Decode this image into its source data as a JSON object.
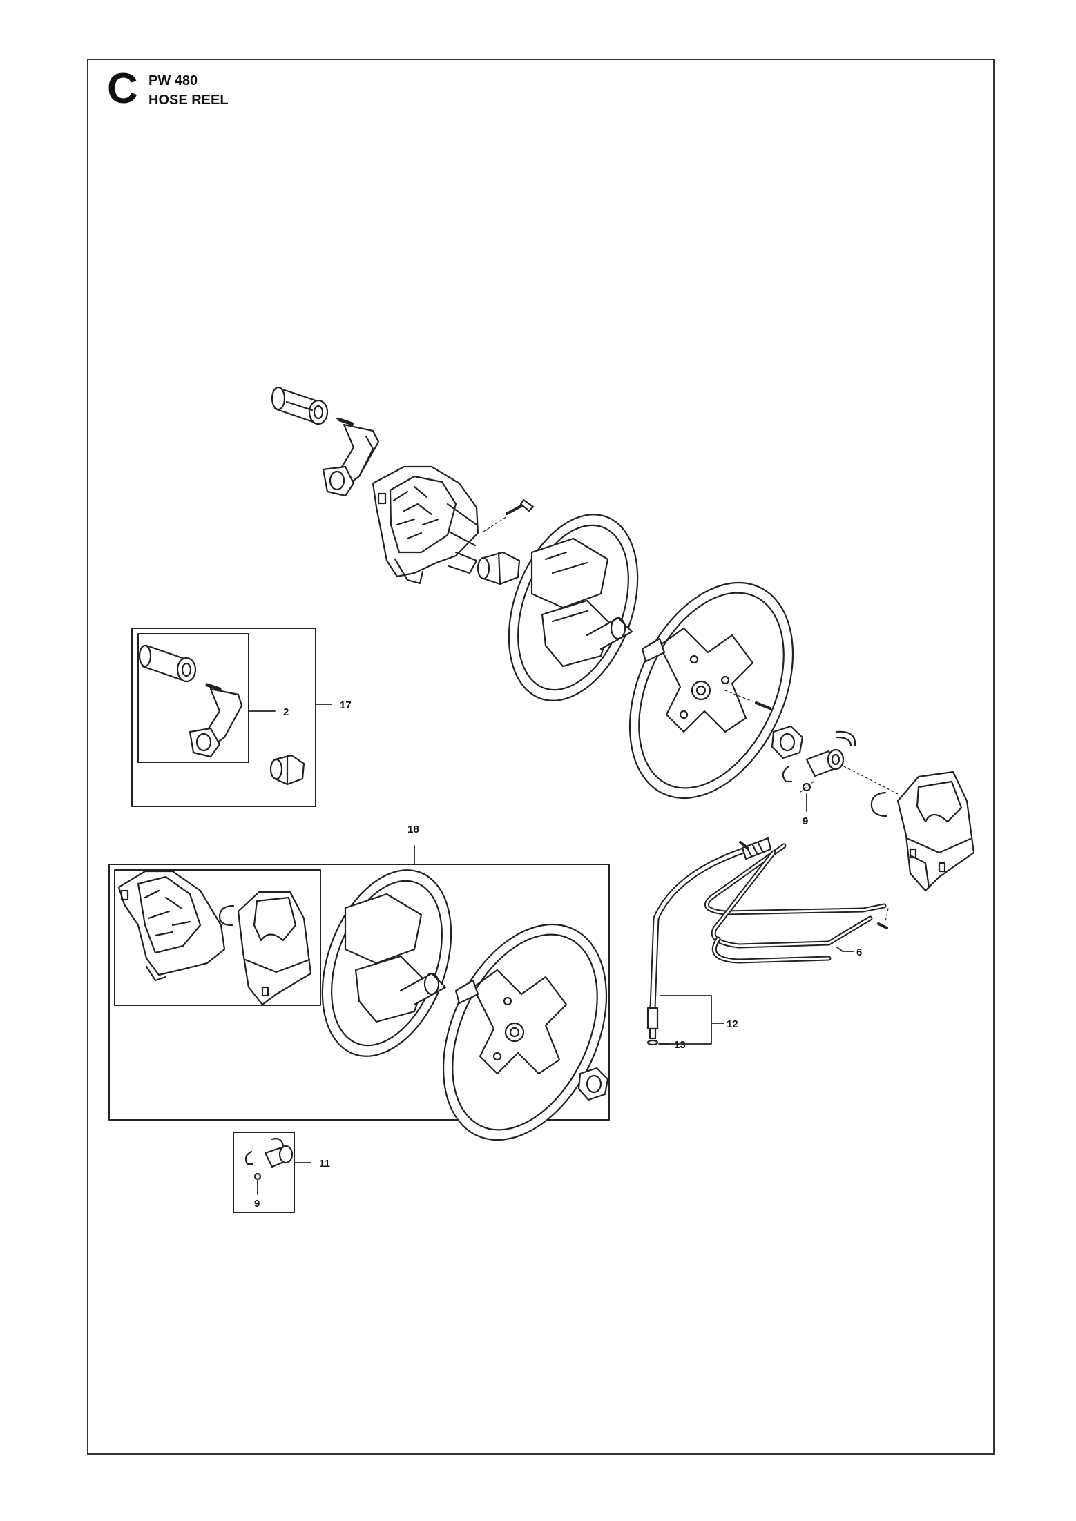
{
  "header": {
    "section_letter": "C",
    "model": "PW 480",
    "title": "HOSE REEL"
  },
  "callouts": {
    "c2": "2",
    "c17": "17",
    "c9a": "9",
    "c18": "18",
    "c6": "6",
    "c12": "12",
    "c13": "13",
    "c11": "11",
    "c9b": "9"
  },
  "colors": {
    "line": "#222222",
    "frame": "#333333",
    "background": "#ffffff"
  }
}
